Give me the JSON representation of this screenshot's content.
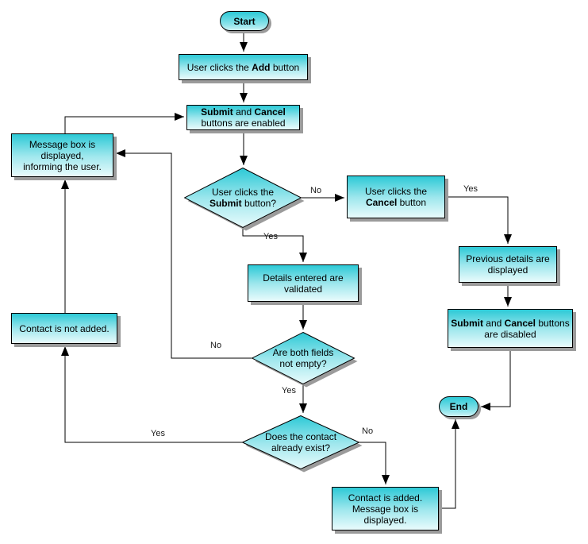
{
  "diagram": {
    "type": "flowchart",
    "colors": {
      "node_fill_top": "#2cc9d6",
      "node_fill_bottom": "#e9fbfc",
      "node_border": "#000000",
      "node_shadow": "#9b9b9b",
      "connector": "#000000",
      "text": "#000000",
      "background": "#ffffff"
    },
    "nodes": {
      "start": {
        "label": "Start"
      },
      "user_clicks_add": {
        "lines": [
          [
            {
              "text": "User clicks the "
            },
            {
              "text": "Add",
              "bold": true
            },
            {
              "text": " button"
            }
          ]
        ]
      },
      "buttons_enabled": {
        "lines": [
          [
            {
              "text": "Submit",
              "bold": true
            },
            {
              "text": " and "
            },
            {
              "text": "Cancel",
              "bold": true
            }
          ],
          [
            {
              "text": "buttons are enabled"
            }
          ]
        ]
      },
      "submit_question": {
        "lines": [
          [
            {
              "text": "User clicks the"
            }
          ],
          [
            {
              "text": "Submit",
              "bold": true
            },
            {
              "text": " button?"
            }
          ]
        ]
      },
      "cancel_clicked": {
        "lines": [
          [
            {
              "text": "User clicks the"
            }
          ],
          [
            {
              "text": "Cancel",
              "bold": true
            },
            {
              "text": " button"
            }
          ]
        ]
      },
      "previous_details": {
        "lines": [
          [
            {
              "text": "Previous details are"
            }
          ],
          [
            {
              "text": "displayed"
            }
          ]
        ]
      },
      "buttons_disabled": {
        "lines": [
          [
            {
              "text": "Submit",
              "bold": true
            },
            {
              "text": " and "
            },
            {
              "text": "Cancel",
              "bold": true
            },
            {
              "text": " buttons"
            }
          ],
          [
            {
              "text": "are disabled"
            }
          ]
        ]
      },
      "end": {
        "label": "End"
      },
      "details_validated": {
        "lines": [
          [
            {
              "text": "Details entered are"
            }
          ],
          [
            {
              "text": "validated"
            }
          ]
        ]
      },
      "fields_question": {
        "lines": [
          [
            {
              "text": "Are both fields"
            }
          ],
          [
            {
              "text": "not empty?"
            }
          ]
        ]
      },
      "exists_question": {
        "lines": [
          [
            {
              "text": "Does the contact"
            }
          ],
          [
            {
              "text": "already exist?"
            }
          ]
        ]
      },
      "contact_added": {
        "lines": [
          [
            {
              "text": "Contact is added."
            }
          ],
          [
            {
              "text": "Message box is"
            }
          ],
          [
            {
              "text": "displayed."
            }
          ]
        ]
      },
      "contact_not_added": {
        "lines": [
          [
            {
              "text": "Contact is not added."
            }
          ]
        ]
      },
      "message_box": {
        "lines": [
          [
            {
              "text": "Message box is"
            }
          ],
          [
            {
              "text": "displayed,"
            }
          ],
          [
            {
              "text": "informing the user."
            }
          ]
        ]
      }
    },
    "edge_labels": {
      "submit_no": "No",
      "submit_yes": "Yes",
      "cancel_yes": "Yes",
      "fields_no": "No",
      "fields_yes": "Yes",
      "exists_yes": "Yes",
      "exists_no": "No"
    }
  }
}
